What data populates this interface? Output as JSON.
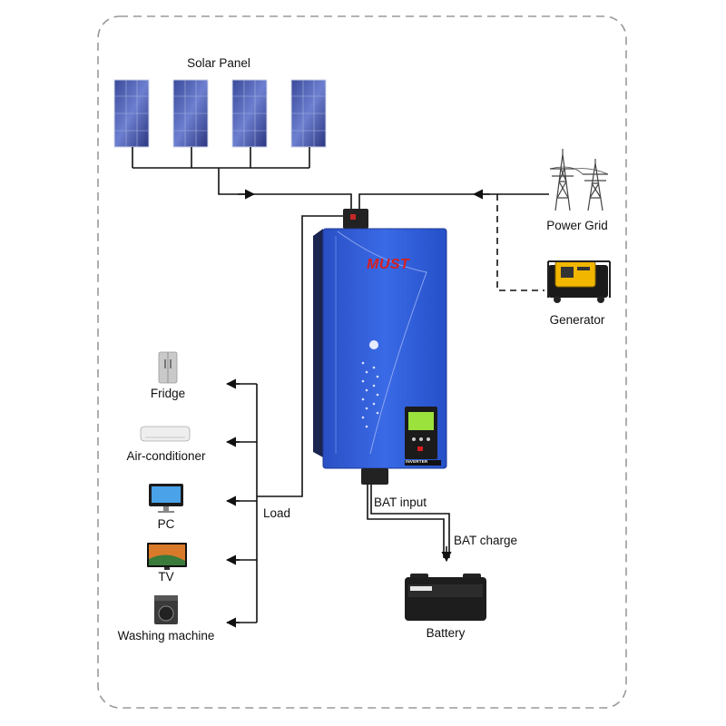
{
  "labels": {
    "solar_panel": "Solar Panel",
    "power_grid": "Power Grid",
    "generator": "Generator",
    "fridge": "Fridge",
    "air_conditioner": "Air-conditioner",
    "pc": "PC",
    "tv": "TV",
    "washing_machine": "Washing machine",
    "load": "Load",
    "bat_input": "BAT input",
    "bat_charge": "BAT charge",
    "battery": "Battery"
  },
  "inverter": {
    "brand": "MUST",
    "badge": "INVERTER"
  },
  "colors": {
    "inverter_blue": "#2f5ed8",
    "brand_red": "#d81e1e",
    "lcd_green": "#9be23c",
    "line": "#111111",
    "frame_dash": "#9a9a9a"
  },
  "icons": [
    "solar-panel-icon",
    "power-tower-icon",
    "generator-icon",
    "fridge-icon",
    "air-conditioner-icon",
    "pc-icon",
    "tv-icon",
    "washing-machine-icon",
    "battery-icon"
  ]
}
